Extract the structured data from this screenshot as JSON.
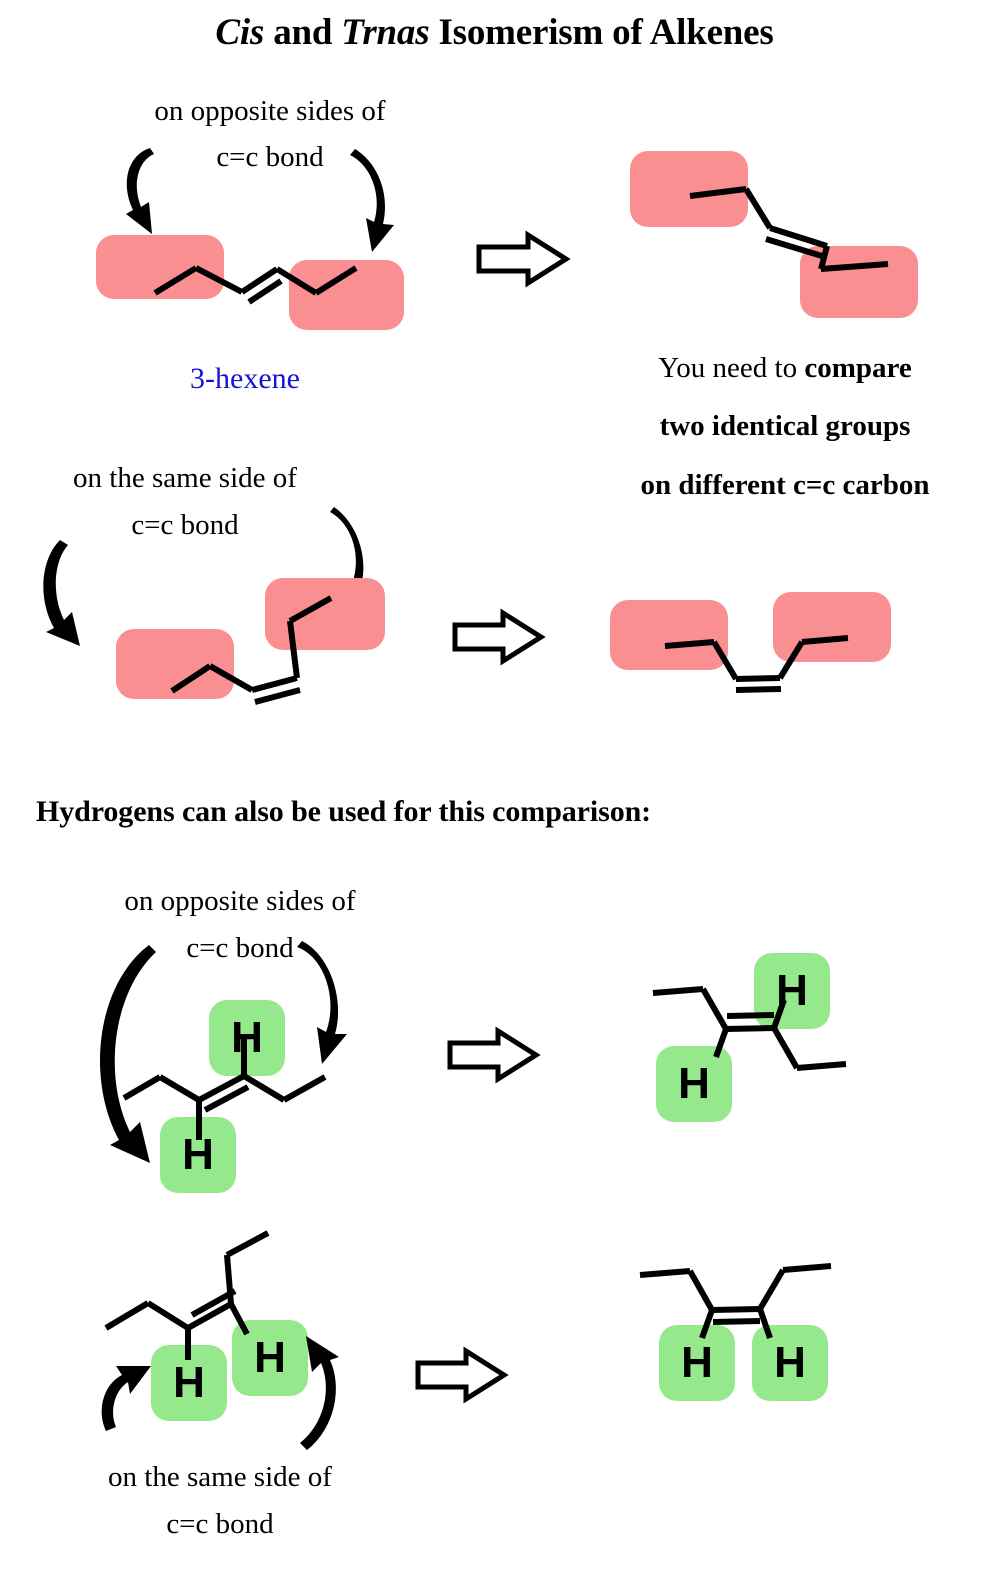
{
  "title": {
    "part_italic_1": "Cis",
    "part_plain_1": " and ",
    "part_italic_2": "Trnas",
    "part_plain_2": " Isomerism of Alkenes",
    "full": "Cis and Trnas Isomerism of Alkenes"
  },
  "colors": {
    "highlight_pink": "#f98f90",
    "highlight_green": "#95e88c",
    "molecule_name_blue": "#1414d2",
    "bond_black": "#000000",
    "background": "#ffffff"
  },
  "sections": {
    "trans_alkyl": {
      "caption_line1": "on opposite sides of",
      "caption_line2": "c=c bond",
      "molecule_name": "3-hexene",
      "transform_arrow": "double-arrow-right",
      "left_structure": "3-hexene trans, alkyl groups highlighted pink on opposite sides",
      "right_structure": "3-hexene trans redrawn, pink alkyl groups diagonally opposite"
    },
    "note": {
      "line1_plain": "You need to ",
      "line1_bold": "compare",
      "line2_bold": "two identical groups",
      "line3_bold": "on different c=c carbon"
    },
    "cis_alkyl": {
      "caption_line1": "on the same side of",
      "caption_line2": "c=c bond",
      "transform_arrow": "double-arrow-right",
      "left_structure": "3-hexene cis, alkyl groups highlighted pink on same side",
      "right_structure": "3-hexene cis redrawn, both pink alkyl groups up"
    },
    "hydrogen_heading": "Hydrogens can also be used for this comparison:",
    "trans_hydrogen": {
      "caption_line1": "on opposite sides of",
      "caption_line2": "c=c bond",
      "hydrogen_label": "H",
      "transform_arrow": "double-arrow-right",
      "left_structure": "3-hexene trans, two H atoms highlighted green on opposite sides",
      "right_structure": "3-hexene trans redrawn, green H upper right and lower left"
    },
    "cis_hydrogen": {
      "caption_line1": "on the same side of",
      "caption_line2": "c=c bond",
      "hydrogen_label": "H",
      "transform_arrow": "double-arrow-right",
      "left_structure": "3-hexene cis, two H atoms highlighted green on same side",
      "right_structure": "3-hexene cis redrawn, both green H pointing down"
    }
  }
}
